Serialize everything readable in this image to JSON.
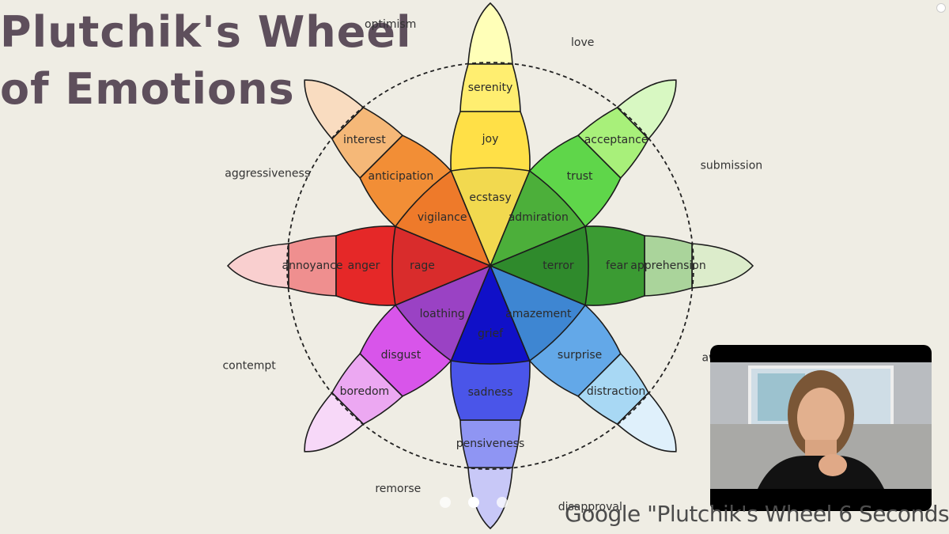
{
  "title": {
    "line1": "Plutchik's Wheel",
    "line2": "of Emotions"
  },
  "footer": "Google \"Plutchik's Wheel 6 Seconds\"",
  "wheel": {
    "petals": [
      {
        "name": "joy",
        "outer": "serenity",
        "middle": "joy",
        "inner": "ecstasy",
        "colors": [
          "#ffffb8",
          "#ffee70",
          "#ffe047",
          "#f2d94f"
        ]
      },
      {
        "name": "trust",
        "outer": "acceptance",
        "middle": "trust",
        "inner": "admiration",
        "colors": [
          "#d8f8c2",
          "#a8f07a",
          "#5fd64a",
          "#4caf3a"
        ]
      },
      {
        "name": "fear",
        "outer": "apprehension",
        "middle": "fear",
        "inner": "terror",
        "colors": [
          "#dceccb",
          "#aad49b",
          "#3b9b33",
          "#2f8a2c"
        ]
      },
      {
        "name": "surprise",
        "outer": "distraction",
        "middle": "surprise",
        "inner": "amazement",
        "colors": [
          "#dff0fb",
          "#a8d8f4",
          "#63a8e8",
          "#3e86d2"
        ]
      },
      {
        "name": "sadness",
        "outer": "pensiveness",
        "middle": "sadness",
        "inner": "grief",
        "colors": [
          "#c8c8f7",
          "#8f95f3",
          "#4a55e9",
          "#1010c8"
        ]
      },
      {
        "name": "disgust",
        "outer": "boredom",
        "middle": "disgust",
        "inner": "loathing",
        "colors": [
          "#f7d8f8",
          "#eca8f2",
          "#d855ea",
          "#9a42c4"
        ]
      },
      {
        "name": "anger",
        "outer": "annoyance",
        "middle": "anger",
        "inner": "rage",
        "colors": [
          "#f9cfcf",
          "#ef8f8f",
          "#e52828",
          "#d92c2c"
        ]
      },
      {
        "name": "anticipation",
        "outer": "interest",
        "middle": "anticipation",
        "inner": "vigilance",
        "colors": [
          "#f9dcc0",
          "#f5b878",
          "#f28e36",
          "#ee7a2a"
        ]
      }
    ],
    "dyads": [
      "love",
      "submission",
      "awe",
      "disapproval",
      "remorse",
      "contempt",
      "aggressiveness",
      "optimism"
    ]
  },
  "carousel": {
    "dots": 3,
    "active": 1
  }
}
